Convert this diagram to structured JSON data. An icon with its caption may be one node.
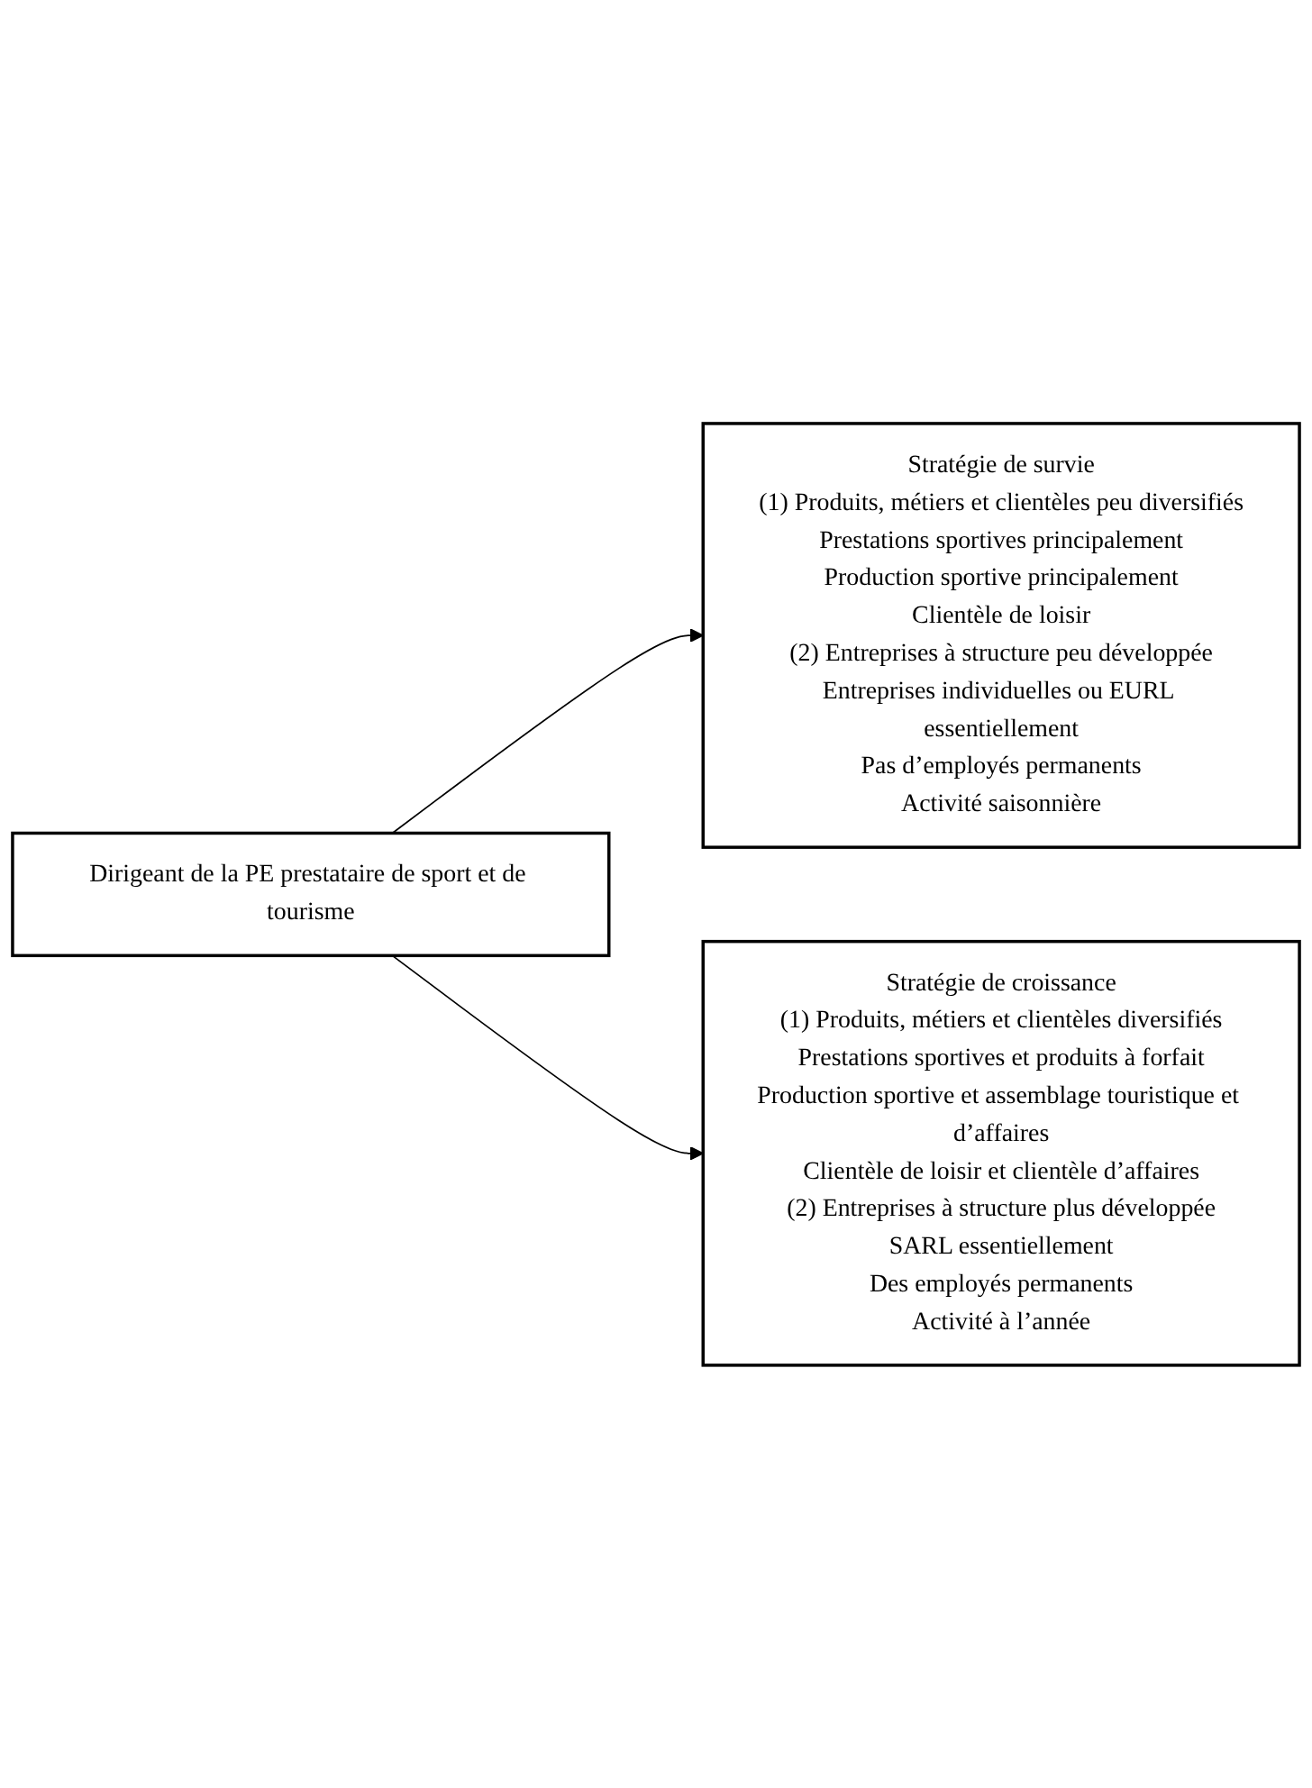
{
  "diagram": {
    "nodes": [
      {
        "text": [
          "Dirigeant de la PE prestataire de sport et de tourisme"
        ]
      },
      {
        "text": [
          "Stratégie de survie",
          "(1) Produits, métiers et clientèles peu diversifiés",
          "Prestations sportives principalement",
          "Production sportive principalement",
          "Clientèle de loisir",
          "(2) Entreprises à structure peu développée",
          "Entreprises individuelles ou EURL essentiellement",
          "Pas d’employés permanents",
          "Activité saisonnière"
        ]
      },
      {
        "text": [
          "Stratégie de croissance",
          "(1) Produits, métiers et clientèles diversifiés",
          "Prestations sportives et produits à forfait",
          "Production sportive et assemblage touristique et d’affaires",
          "Clientèle de loisir et clientèle d’affaires",
          "(2) Entreprises à structure plus développée",
          "SARL essentiellement",
          "Des employés permanents",
          "Activité à l’année"
        ]
      }
    ],
    "edges": [
      {
        "from": 0,
        "to": 1,
        "arrow": "to"
      },
      {
        "from": 0,
        "to": 2,
        "arrow": "to"
      }
    ]
  }
}
